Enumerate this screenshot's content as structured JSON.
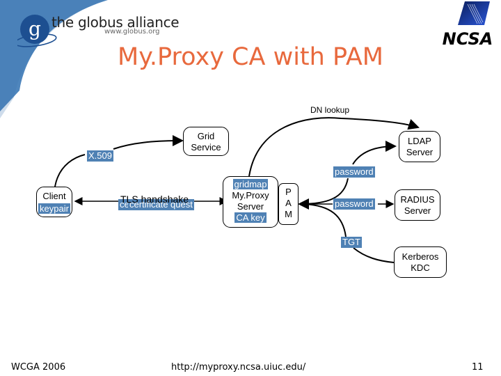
{
  "header": {
    "org_name": "the globus alliance",
    "org_url": "www.globus.org",
    "partner_logo": "NCSA"
  },
  "slide": {
    "title": "My.Proxy CA with PAM"
  },
  "diagram": {
    "nodes": {
      "client": {
        "label": "Client",
        "chip": "keypair"
      },
      "grid_service": {
        "line1": "Grid",
        "line2": "Service"
      },
      "myproxy": {
        "chip_top": "gridmap",
        "line1": "My.Proxy",
        "line2": "Server",
        "chip_bottom": "CA key"
      },
      "pam": {
        "l1": "P",
        "l2": "A",
        "l3": "M"
      },
      "ldap": {
        "line1": "LDAP",
        "line2": "Server"
      },
      "radius": {
        "line1": "RADIUS",
        "line2": "Server"
      },
      "kerberos": {
        "line1": "Kerberos",
        "line2": "KDC"
      }
    },
    "edge_labels": {
      "x509": "X.509",
      "tls": "TLS handshake",
      "cert_chip_a": "ce",
      "cert_chip_b": "certificate",
      "cert_chip_c": "quest",
      "dn_lookup": "DN lookup",
      "password_ldap": "password",
      "password_radius": "password",
      "tgt": "TGT"
    }
  },
  "footer": {
    "left": "WCGA 2006",
    "center": "http://myproxy.ncsa.uiuc.edu/",
    "page_number": "11"
  }
}
